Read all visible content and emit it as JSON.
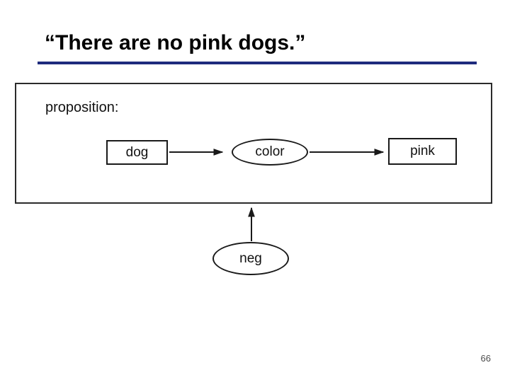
{
  "slide": {
    "title": "“There are no pink dogs.”",
    "page_number": "66"
  },
  "panel": {
    "label": "proposition:"
  },
  "diagram": {
    "nodes": [
      {
        "id": "dog",
        "label": "dog",
        "shape": "rect"
      },
      {
        "id": "color",
        "label": "color",
        "shape": "ellipse"
      },
      {
        "id": "pink",
        "label": "pink",
        "shape": "rect"
      },
      {
        "id": "neg",
        "label": "neg",
        "shape": "ellipse"
      }
    ],
    "edges": [
      {
        "from": "dog",
        "to": "color"
      },
      {
        "from": "color",
        "to": "pink"
      },
      {
        "from": "neg",
        "to": "proposition-box"
      }
    ]
  },
  "colors": {
    "title_rule": "#1e2b7d",
    "box_stroke": "#2b2b2b",
    "node_stroke": "#1a1a1a",
    "page_number": "#4d4d4d"
  }
}
